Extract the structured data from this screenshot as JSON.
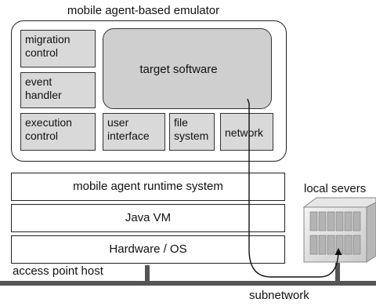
{
  "emulator": {
    "title": "mobile agent-based emulator",
    "modules": {
      "migration_control": "migration control",
      "event_handler": "event handler",
      "execution_control": "execution control",
      "target_software": "target software",
      "user_interface": "user interface",
      "file_system": "file system",
      "network": "network"
    }
  },
  "layers": {
    "runtime": "mobile agent runtime system",
    "java_vm": "Java VM",
    "hardware_os": "Hardware / OS"
  },
  "labels": {
    "access_point_host": "access point host",
    "local_servers": "local severs",
    "subnetwork": "subnetwork"
  }
}
